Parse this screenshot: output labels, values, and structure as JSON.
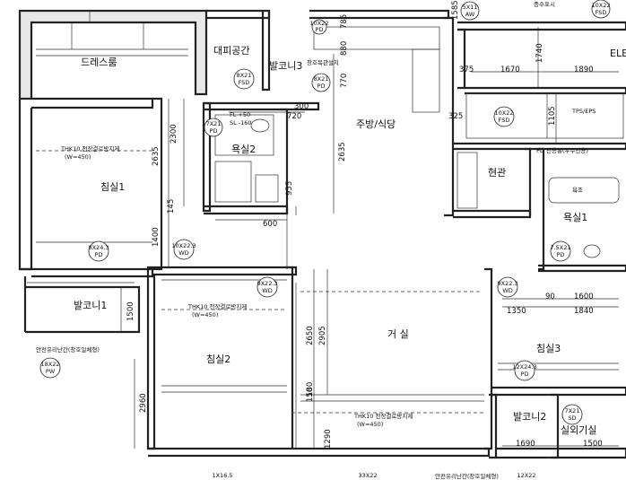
{
  "rooms": {
    "dress_room": "드레스룸",
    "bedroom1": "침실1",
    "bedroom2": "침실2",
    "bedroom3": "침실3",
    "evac_space": "대피공간",
    "balcony3": "발코니3",
    "balcony1": "발코니1",
    "balcony2": "발코니2",
    "outdoor_unit": "실외기실",
    "kitchen": "주방/식당",
    "entrance": "현관",
    "bath2": "욕실2",
    "bath1": "욕실1",
    "living": "거 실",
    "elev": "ELE",
    "tps": "TPS/EPS",
    "bath1_bath": "욕조",
    "kitchen_sub": "창호목관설치"
  },
  "notes": {
    "ceiling_b1": "THK10 천장결로방지제",
    "ceiling_b1_w": "(W=450)",
    "ceiling_b2": "THK10 천장결로방지제",
    "ceiling_b2_w": "(W=450)",
    "ceiling_living": "THK10 천장결로방지제",
    "ceiling_living_w": "(W=450)",
    "railing_left": "안전유리난간(창호일체형)",
    "railing_bottom": "안전유리난간(창호일체형)",
    "bath_note": "PD 전용통(우수전용)",
    "fl_note": "FL +50",
    "sl_note": "SL -160",
    "top_right_label": "증수표시"
  },
  "tags": [
    {
      "code": "8X21",
      "type": "FSD"
    },
    {
      "code": "8X21",
      "type": "PD"
    },
    {
      "code": "7X21",
      "type": "PD"
    },
    {
      "code": "10X22",
      "type": "FSD"
    },
    {
      "code": "8X24.3",
      "type": "PD"
    },
    {
      "code": "10X22.3",
      "type": "WD"
    },
    {
      "code": "9X22.3",
      "type": "WD"
    },
    {
      "code": "9X22.3",
      "type": "WD"
    },
    {
      "code": "7.5X21",
      "type": "PD"
    },
    {
      "code": "18X22",
      "type": "PW"
    },
    {
      "code": "12X24.3",
      "type": "PD"
    },
    {
      "code": "7X21",
      "type": "SD"
    },
    {
      "code": "5X11",
      "type": "AW"
    },
    {
      "code": "10X22",
      "type": "FSD"
    },
    {
      "code": "10X22",
      "type": "PD"
    }
  ],
  "dimensions": {
    "d2635a": "2635",
    "d2300": "2300",
    "d2635b": "2635",
    "d1400": "1400",
    "d145": "145",
    "d600": "600",
    "d955": "955",
    "d720": "720",
    "d300": "300",
    "d770": "770",
    "d785": "785",
    "d1585": "1585",
    "d1670": "1670",
    "d1890": "1890",
    "d1740": "1740",
    "d375": "375",
    "d1105": "1105",
    "d325": "325",
    "d1500a": "1500",
    "d2650": "2650",
    "d2905": "2905",
    "d180": "180",
    "d2960": "2960",
    "d1290": "1290",
    "d1350": "1350",
    "d1840": "1840",
    "d1600": "1600",
    "d90": "90",
    "d1690": "1690",
    "d1500b": "1500",
    "d880": "880",
    "d150": "150"
  },
  "bottom_tags": {
    "t1": "1X16.5",
    "t2": "33X22",
    "t3": "12X22"
  }
}
